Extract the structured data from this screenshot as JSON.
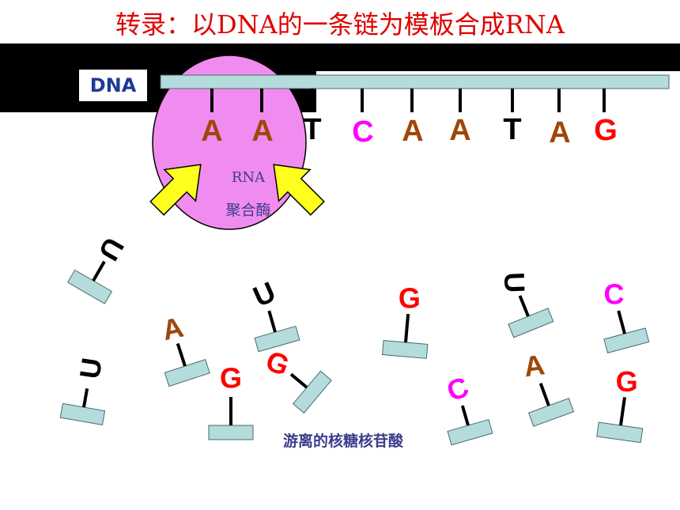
{
  "title": "转录：以DNA的一条链为模板合成RNA",
  "dna_label": "DNA",
  "enzyme": {
    "line1": "RNA",
    "line2": "聚合酶"
  },
  "template_bases": [
    "A",
    "A",
    "T",
    "C",
    "A",
    "A",
    "T",
    "A",
    "G"
  ],
  "free_nucleotides": [
    "U",
    "A",
    "U",
    "G",
    "U",
    "C",
    "U",
    "G",
    "G",
    "C",
    "A",
    "G"
  ],
  "free_nucleotides_label": "游离的核糖核苷酸",
  "colors": {
    "title": "#e00000",
    "band": "#000000",
    "strand": "#b4dcdc",
    "enzyme": "#f08cf0",
    "arrow": "#ffff1e",
    "A": "#a0460a",
    "T": "#000000",
    "C": "#ff00ff",
    "G": "#ff0000",
    "U": "#000000",
    "label": "#3c3c8c"
  }
}
